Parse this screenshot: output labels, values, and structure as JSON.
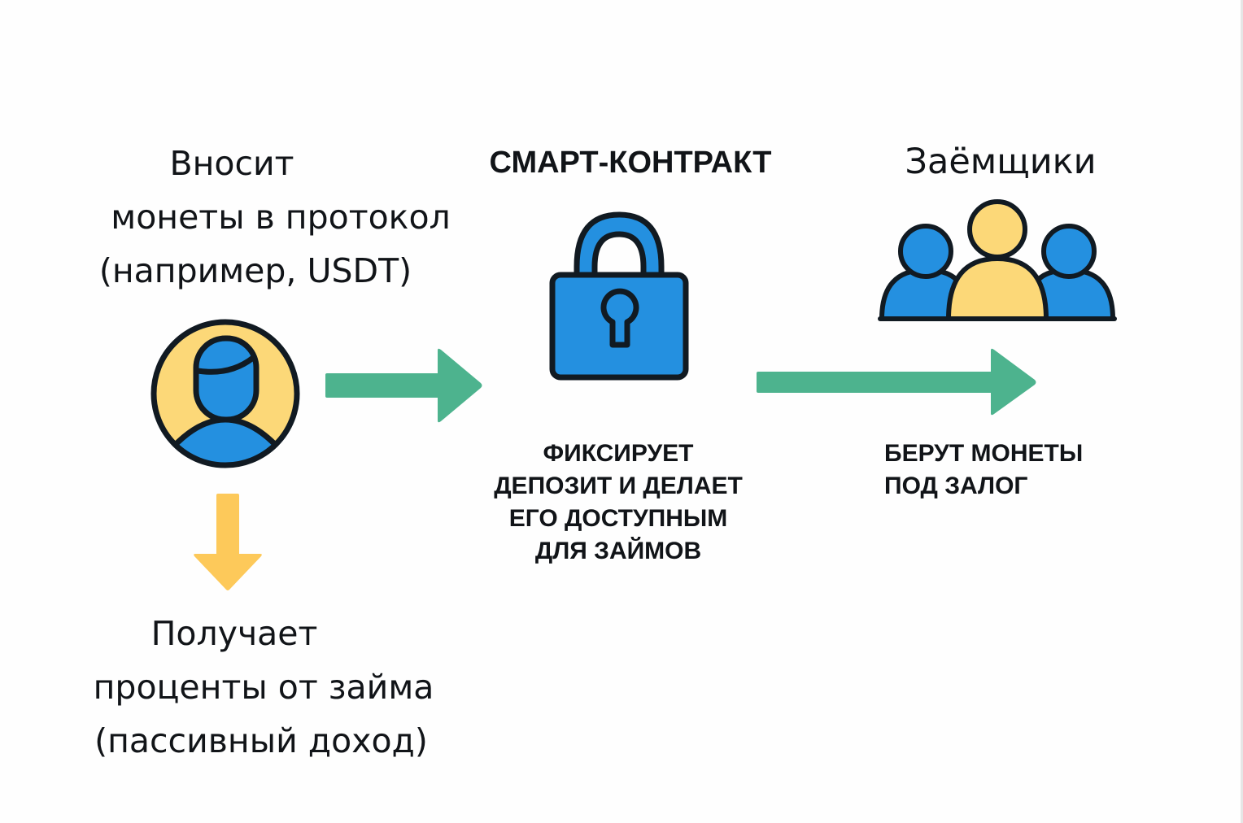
{
  "diagram": {
    "type": "process-flow",
    "colors": {
      "outline": "#111a22",
      "primary_blue": "#2490e0",
      "accent_yellow": "#fcd878",
      "arrow_green": "#4db38e",
      "arrow_yellow": "#fdc95a",
      "text": "#111418"
    },
    "lender": {
      "icon": "user-circle-icon",
      "title_lines": [
        "Вносит",
        "монеты в протокол",
        "(например, USDT)"
      ],
      "result_arrow_icon": "arrow-down-icon",
      "result_lines": [
        "Получает",
        "проценты от займа",
        "(пассивный доход)"
      ]
    },
    "arrow_1": {
      "icon": "arrow-right-icon",
      "from": "lender",
      "to": "smart_contract"
    },
    "smart_contract": {
      "icon": "padlock-icon",
      "title": "СМАРТ-КОНТРАКТ",
      "description_lines": [
        "ФИКСИРУЕТ",
        "ДЕПОЗИТ И ДЕЛАЕТ",
        "ЕГО ДОСТУПНЫМ",
        "ДЛЯ ЗАЙМОВ"
      ]
    },
    "arrow_2": {
      "icon": "arrow-right-icon",
      "from": "smart_contract",
      "to": "borrowers"
    },
    "borrowers": {
      "icon": "user-group-icon",
      "title": "Заёмщики",
      "description_lines": [
        "БЕРУТ МОНЕТЫ",
        "ПОД ЗАЛОГ"
      ]
    }
  }
}
